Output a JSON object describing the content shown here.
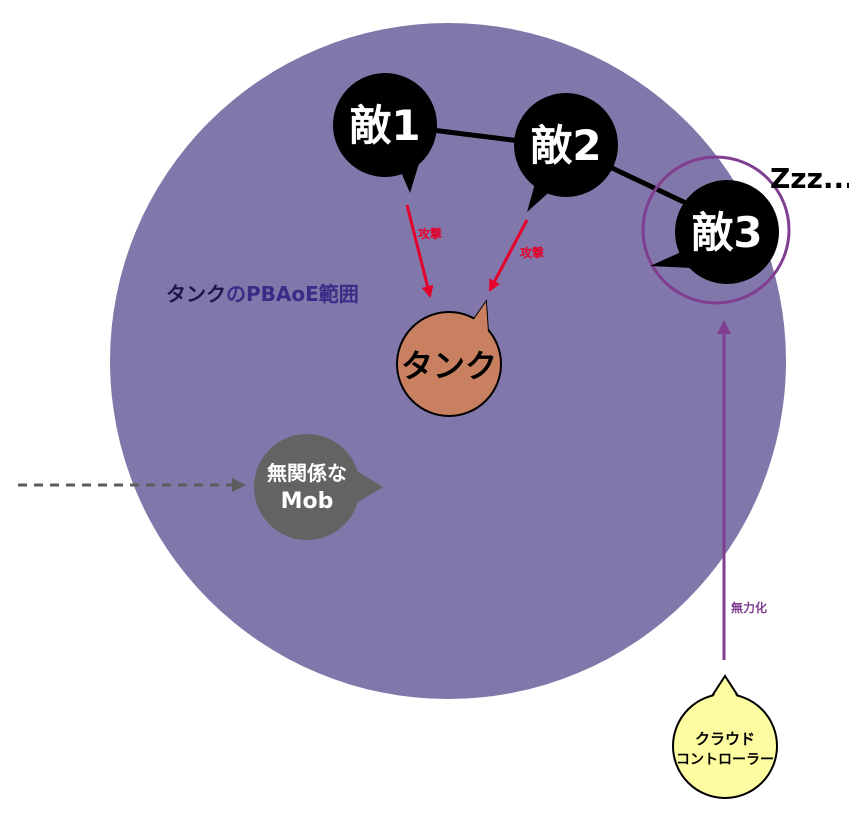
{
  "area_label": {
    "part1": "タンク",
    "part2": "のPBAoE範囲"
  },
  "enemies": [
    {
      "label": "敵1"
    },
    {
      "label": "敵2"
    },
    {
      "label": "敵3"
    }
  ],
  "sleep_text": "Zzz...",
  "tank_label": "タンク",
  "mob_label": {
    "line1": "無関係な",
    "line2": "Mob"
  },
  "cc_label": {
    "line1": "クラウド",
    "line2": "コントローラー"
  },
  "arrows": {
    "attack1": "攻撃",
    "attack2": "攻撃",
    "neutralize": "無力化"
  },
  "colors": {
    "area_fill": "#8177ab",
    "enemy_fill": "#000000",
    "tank_fill": "#c98060",
    "mob_fill": "#636363",
    "cc_fill": "#fdfca0",
    "attack_arrow": "#e4002b",
    "cc_arrow": "#7f3e8f",
    "area_label_dark": "#1d1548",
    "area_label_accent": "#3a2b86"
  }
}
